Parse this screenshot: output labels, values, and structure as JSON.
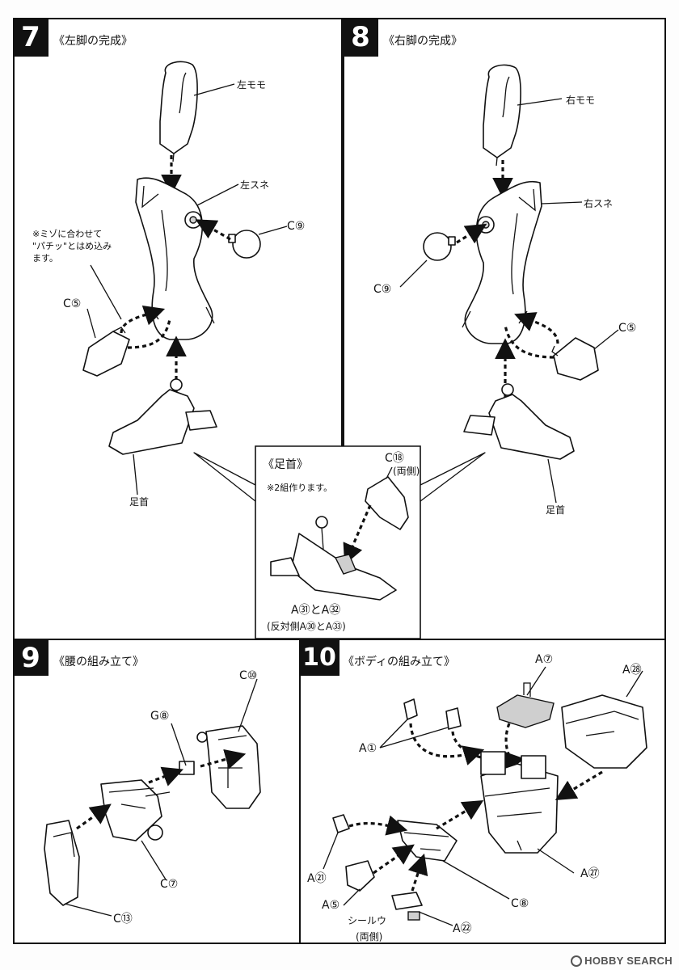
{
  "steps": {
    "s7": {
      "num": "7",
      "title": "《左脚の完成》",
      "labels": {
        "thigh": "左モモ",
        "shin": "左スネ",
        "part_c9": "C⑨",
        "part_c5": "C⑤",
        "ankle": "足首"
      },
      "note": "※ミゾに合わせて\n\"パチッ\"とはめ込み\nます。"
    },
    "s8": {
      "num": "8",
      "title": "《右脚の完成》",
      "labels": {
        "thigh": "右モモ",
        "shin": "右スネ",
        "part_c9": "C⑨",
        "part_c5": "C⑤",
        "ankle": "足首"
      }
    },
    "ankle_inset": {
      "title": "《足首》",
      "note": "※2組作ります。",
      "part_c18": "C⑱",
      "both_sides": "(両側)",
      "parts_main": "A㉛とA㉜",
      "parts_opposite": "(反対側A㉚とA㉝)"
    },
    "s9": {
      "num": "9",
      "title": "《腰の組み立て》",
      "labels": {
        "c10": "C⑩",
        "g8": "G⑧",
        "c7": "C⑦",
        "c13": "C⑬"
      }
    },
    "s10": {
      "num": "10",
      "title": "《ボディの組み立て》",
      "labels": {
        "a7": "A⑦",
        "a28": "A㉘",
        "a1": "A①",
        "a21": "A㉑",
        "a27": "A㉗",
        "a5": "A⑤",
        "c8": "C⑧",
        "a22": "A㉒",
        "seal": "シールウ",
        "both_sides": "(両側)"
      }
    }
  },
  "watermark": "HOBBY SEARCH",
  "colors": {
    "ink": "#111111",
    "paper": "#ffffff"
  }
}
